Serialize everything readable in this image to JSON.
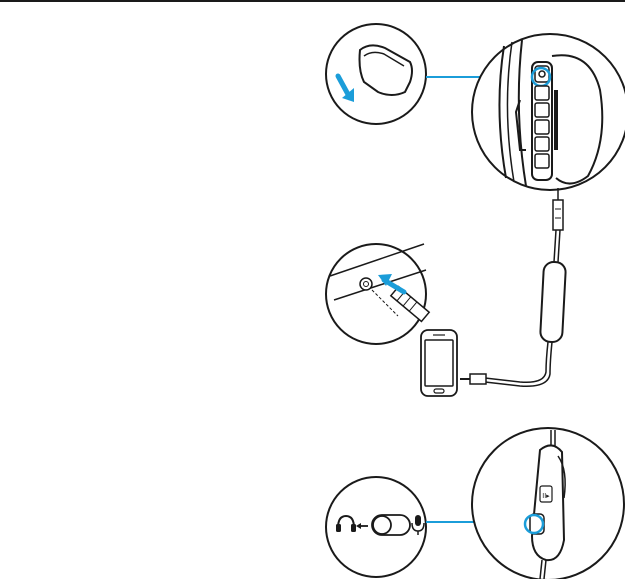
{
  "page": {
    "background": "#ffffff",
    "ink_color": "#1a1a1a",
    "accent_color": "#1b9dd9"
  },
  "illustrations": {
    "detachable_mic_step": {
      "icon": "mic-plug-insert-arrow"
    },
    "headset_ear_cup": {
      "buttons": [
        "mic-jack",
        "button-1",
        "button-2",
        "button-3",
        "button-4",
        "button-5"
      ]
    },
    "phone_jack_step": {
      "icon": "3.5mm-plug-into-jack-arrow"
    },
    "phone": {
      "icon": "smartphone"
    },
    "inline_control": {
      "icon": "inline-remote-with-switch"
    },
    "mic_switch_zoom": {
      "icons": [
        "headphones-icon",
        "arrow-left-icon",
        "toggle-switch-icon",
        "microphone-icon"
      ]
    }
  }
}
